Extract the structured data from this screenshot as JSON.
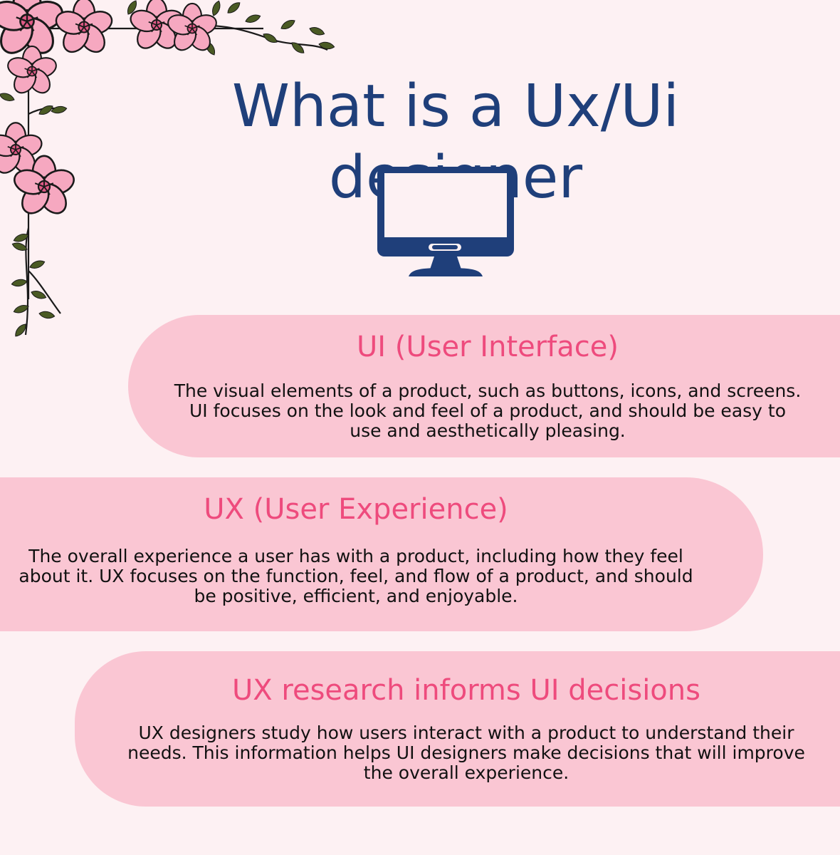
{
  "title": "What is a Ux/Ui designer",
  "icons": {
    "monitor": "monitor-icon",
    "decoration": "floral-vine-decoration"
  },
  "colors": {
    "background": "#fdf1f3",
    "title": "#1f3f7a",
    "card": "#fac6d3",
    "heading": "#ee4b7d",
    "body_text": "#111111",
    "flower": "#f6a8c0",
    "leaf": "#4a5a24"
  },
  "sections": [
    {
      "heading": "UI (User Interface)",
      "body": "The visual elements of a product, such as buttons, icons, and screens. UI focuses on the look and feel of a product, and should be easy to use and aesthetically pleasing."
    },
    {
      "heading": "UX (User Experience)",
      "body": "The overall experience a user has with a product, including how they feel about it. UX focuses on the function, feel, and flow of a product, and should be positive, efficient, and enjoyable."
    },
    {
      "heading": "UX research informs UI decisions",
      "body": "UX designers study how users interact with a product to understand their needs. This information helps UI designers make decisions that will improve the overall experience."
    }
  ]
}
